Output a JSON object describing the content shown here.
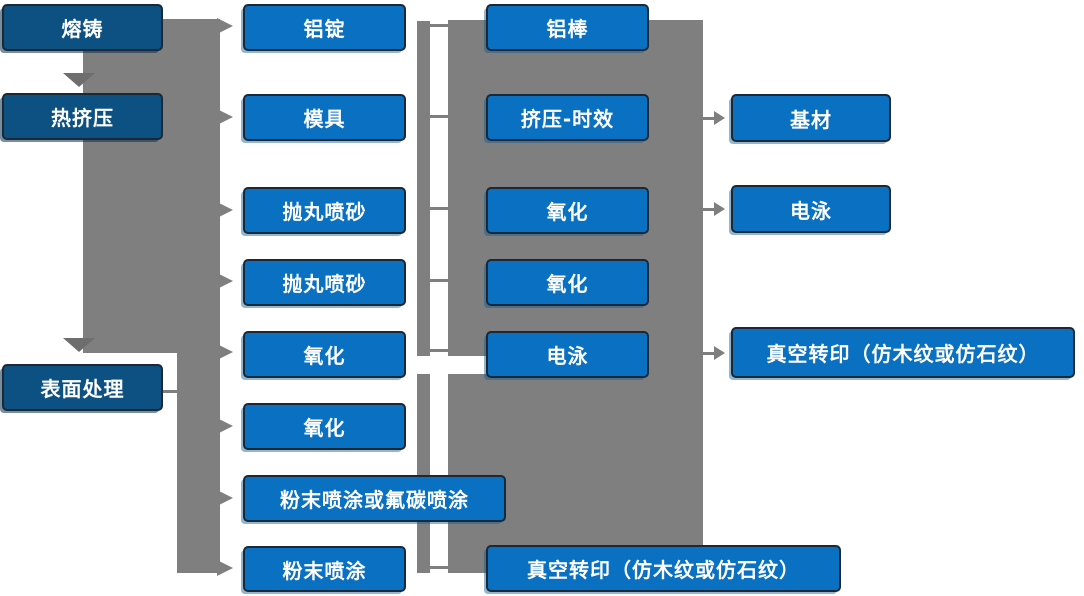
{
  "diagram": {
    "column1": {
      "melting_casting": "熔铸",
      "hot_extrusion": "热挤压",
      "surface_treatment": "表面处理"
    },
    "column2": {
      "aluminum_ingot": "铝锭",
      "mold": "模具",
      "shot_blast_sandblast_1": "抛丸喷砂",
      "shot_blast_sandblast_2": "抛丸喷砂",
      "oxidation_1": "氧化",
      "oxidation_2": "氧化",
      "powder_or_fluorocarbon_coating": "粉末喷涂或氟碳喷涂",
      "powder_coating": "粉末喷涂"
    },
    "column3": {
      "aluminum_rod": "铝棒",
      "extrusion_aging": "挤压-时效",
      "oxidation_1": "氧化",
      "oxidation_2": "氧化",
      "electrophoresis": "电泳",
      "vacuum_transfer_printing": "真空转印（仿木纹或仿石纹）"
    },
    "column4": {
      "base_material": "基材",
      "electrophoresis": "电泳",
      "vacuum_transfer_printing": "真空转印（仿木纹或仿石纹）"
    }
  },
  "colors": {
    "box_blue": "#0a70c2",
    "box_dark_blue": "#0d5183",
    "box_border": "#1b2836",
    "connector_gray": "#7f7f7f",
    "arrow_dark_gray": "#6e6e6e",
    "text_white": "#ffffff",
    "background": "#ffffff"
  }
}
